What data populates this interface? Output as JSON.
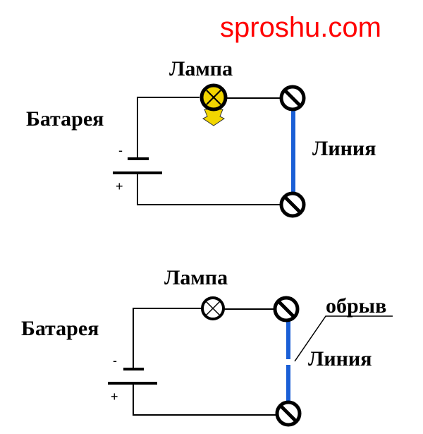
{
  "watermark": "sproshu.com",
  "top_circuit": {
    "lamp_label": "Лампа",
    "battery_label": "Батарея",
    "line_label": "Линия",
    "minus": "-",
    "plus": "+",
    "lamp_state": "on"
  },
  "bottom_circuit": {
    "lamp_label": "Лампа",
    "battery_label": "Батарея",
    "line_label": "Линия",
    "break_label": "обрыв",
    "minus": "-",
    "plus": "+",
    "lamp_state": "off"
  },
  "colors": {
    "wire": "#000000",
    "line": "#1a5fd6",
    "lamp_on": "#f2d600",
    "watermark": "#ff0000"
  }
}
